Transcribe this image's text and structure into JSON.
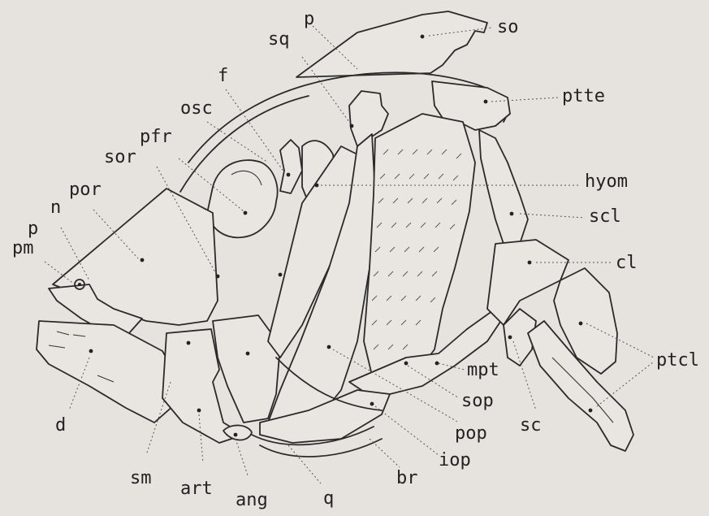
{
  "labels": {
    "so": "so",
    "p_top": "p",
    "sq": "sq",
    "ptte": "ptte",
    "f": "f",
    "osc": "osc",
    "pfr": "pfr",
    "sor": "sor",
    "hyom": "hyom",
    "scl": "scl",
    "por": "por",
    "n": "n",
    "p_snout": "p",
    "pm": "pm",
    "cl": "cl",
    "ptcl": "ptcl",
    "mpt": "mpt",
    "sop": "sop",
    "pop": "pop",
    "iop": "iop",
    "sc": "sc",
    "d": "d",
    "sm": "sm",
    "art": "art",
    "ang": "ang",
    "q": "q",
    "br": "br"
  },
  "colors": {
    "paper": "#e6e3de",
    "ink": "#2a2a2a"
  }
}
